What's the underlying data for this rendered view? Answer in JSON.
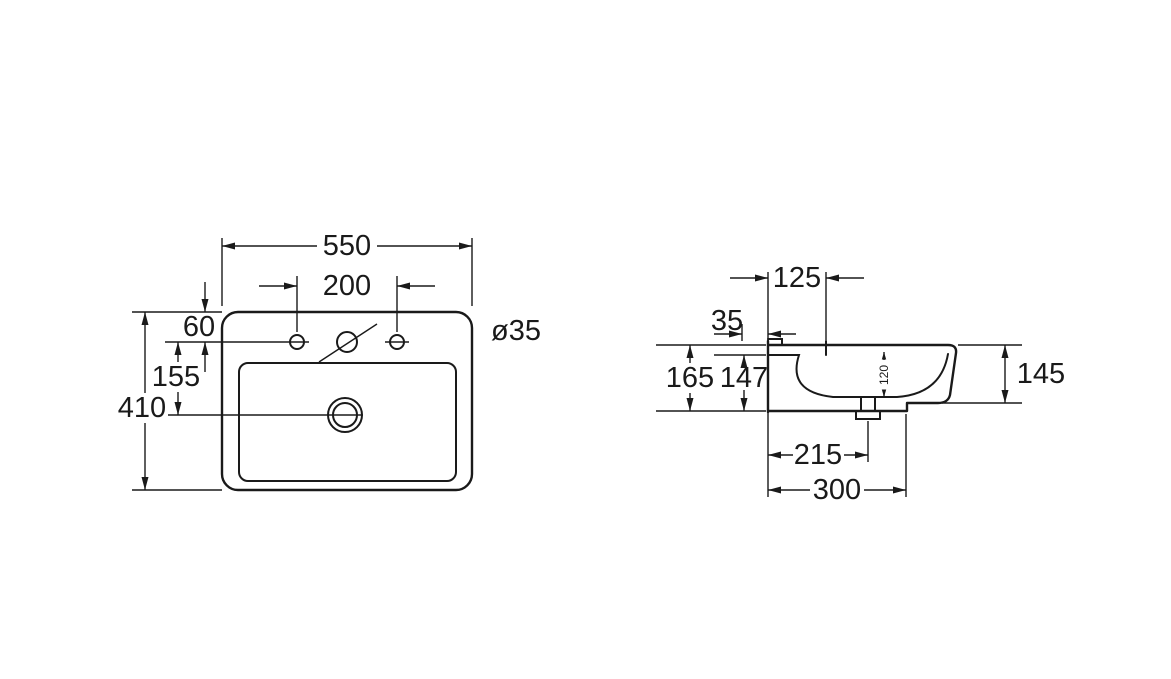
{
  "page": {
    "background": "#ffffff",
    "ink_color": "#1a1a1a"
  },
  "front_view": {
    "overall_width": "550",
    "tap_hole_spacing": "200",
    "rim_to_tap_holes": "60",
    "tap_holes_to_drain": "155",
    "overall_height": "410",
    "tap_hole_diameter": "ø35"
  },
  "side_view": {
    "wall_to_tap_hole": "125",
    "fixing_distance": "35",
    "back_height": "165",
    "inner_height": "147",
    "front_height": "145",
    "bowl_depth": "120",
    "wall_to_drain": "215",
    "wall_to_front_base": "300"
  }
}
